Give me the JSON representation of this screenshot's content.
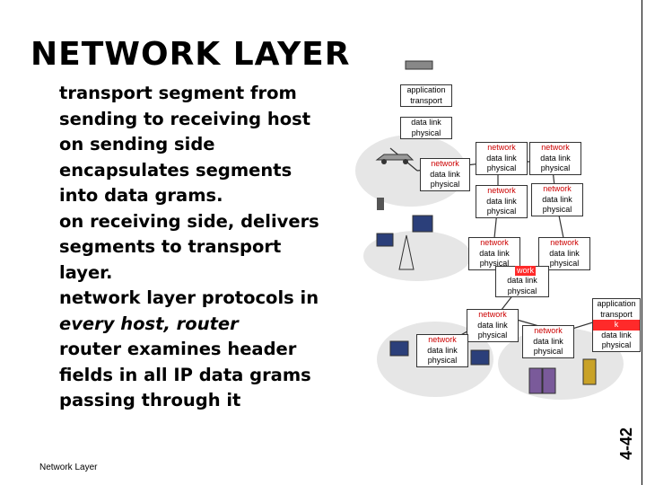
{
  "slide": {
    "title": "NETWORK LAYER",
    "bullets": [
      "transport segment from",
      "sending to receiving host",
      "on sending side",
      "encapsulates segments",
      "into data grams.",
      "on receiving side, delivers",
      "segments to transport",
      "layer.",
      "network layer protocols in",
      "every host, router",
      "router examines header",
      "fields in all IP data grams",
      "passing through it"
    ],
    "footer": "Network Layer",
    "page_number": "4-42"
  },
  "diagram": {
    "host_left": {
      "application": "application",
      "transport": "transport",
      "data_link": "data link",
      "physical": "physical"
    },
    "host_right": {
      "application": "application",
      "transport": "transport",
      "network": "k",
      "data_link": "data link",
      "physical": "physical"
    },
    "router": {
      "network": "network",
      "data_link": "data link",
      "physical": "physical"
    },
    "overlap_label": "work",
    "colors": {
      "network_text": "#cc0000",
      "highlight": "#ff2a2a",
      "cloud": "#e8e8e8",
      "link": "#333333"
    }
  }
}
